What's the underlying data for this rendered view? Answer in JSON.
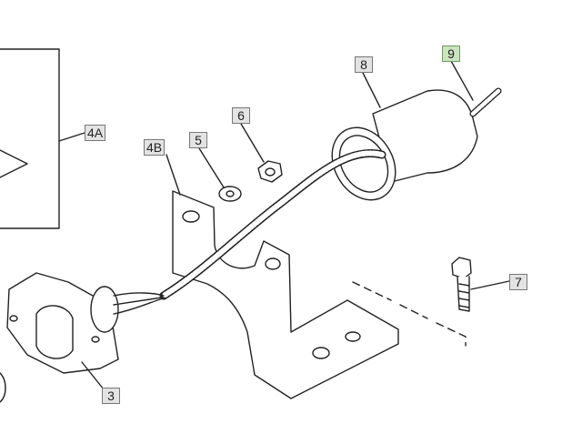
{
  "diagram": {
    "callouts": [
      {
        "id": "4A",
        "label": "4A",
        "highlighted": false
      },
      {
        "id": "4B",
        "label": "4B",
        "highlighted": false
      },
      {
        "id": "5",
        "label": "5",
        "highlighted": false
      },
      {
        "id": "6",
        "label": "6",
        "highlighted": false
      },
      {
        "id": "8",
        "label": "8",
        "highlighted": false
      },
      {
        "id": "9",
        "label": "9",
        "highlighted": true
      },
      {
        "id": "7",
        "label": "7",
        "highlighted": false
      },
      {
        "id": "3",
        "label": "3",
        "highlighted": false
      }
    ],
    "colors": {
      "callout_bg": "#e3e3e3",
      "highlight_bg": "#c9e4bf",
      "line": "#222222"
    }
  }
}
